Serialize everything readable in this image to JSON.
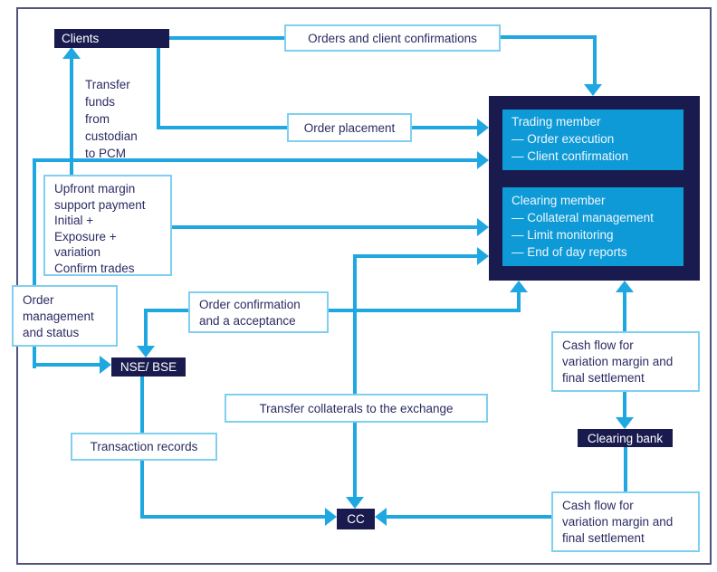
{
  "colors": {
    "arrow": "#1fa7e1",
    "navy": "#191b4e",
    "cyan_fill": "#0e9ad7",
    "white_box_border": "#7fd0f0",
    "text": "#2b2c63",
    "frame": "#52527e"
  },
  "nodes": {
    "clients": {
      "label": "Clients"
    },
    "orders_and_client_confirmations": {
      "label": "Orders and client confirmations"
    },
    "transfer_funds": {
      "label": "Transfer\nfunds\nfrom\ncustodian\nto PCM"
    },
    "order_placement": {
      "label": "Order placement"
    },
    "trading_member": {
      "title": "Trading member",
      "items": [
        "— Order execution",
        "— Client confirmation"
      ]
    },
    "clearing_member": {
      "title": "Clearing member",
      "items": [
        "— Collateral management",
        "— Limit monitoring",
        "— End of day reports"
      ]
    },
    "upfront_margin": {
      "label": "Upfront margin\nsupport payment\nInitial +\nExposure +\nvariation\nConfirm trades"
    },
    "order_management": {
      "label": "Order\nmanagement\nand status"
    },
    "order_confirmation": {
      "label": "Order confirmation\nand a acceptance"
    },
    "nse_bse": {
      "label": "NSE/ BSE"
    },
    "transfer_collaterals": {
      "label": "Transfer collaterals to the exchange"
    },
    "transaction_records": {
      "label": "Transaction records"
    },
    "cash_flow_top": {
      "label": "Cash flow for\nvariation margin and\nfinal settlement"
    },
    "clearing_bank": {
      "label": "Clearing bank"
    },
    "cash_flow_bottom": {
      "label": "Cash flow for\nvariation margin and\nfinal settlement"
    },
    "cc": {
      "label": "CC"
    }
  }
}
